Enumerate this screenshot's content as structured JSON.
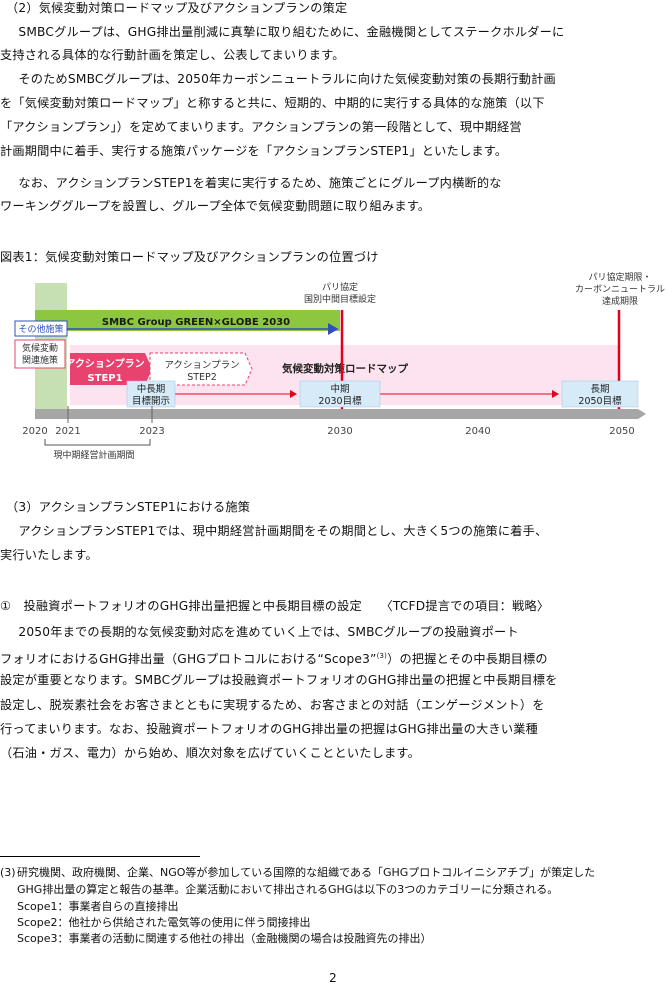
{
  "section2": {
    "heading": "（2）気候変動対策ロードマップ及びアクションプランの策定",
    "lines": [
      "　SMBCグループは、GHG排出量削減に真摯に取り組むために、金融機関としてステークホルダーに",
      "支持される具体的な行動計画を策定し、公表してまいります。",
      "　そのためSMBCグループは、2050年カーボンニュートラルに向けた気候変動対策の長期行動計画",
      "を「気候変動対策ロードマップ」と称すると共に、短期的、中期的に実行する具体的な施策（以下",
      "「アクションプラン」）を定めてまいります。アクションプランの第一段階として、現中期経営",
      "計画期間中に着手、実行する施策パッケージを「アクションプランSTEP1」といたします。",
      "　なお、アクションプランSTEP1を着実に実行するため、施策ごとにグループ内横断的な",
      "ワーキンググループを設置し、グループ全体で気候変動問題に取り組みます。"
    ]
  },
  "figure": {
    "caption": "図表1：気候変動対策ロードマップ及びアクションプランの位置づけ",
    "paris_mid": [
      "パリ協定",
      "国別中間目標設定"
    ],
    "paris_final": [
      "パリ協定期限・",
      "カーボンニュートラル",
      "達成期限"
    ],
    "green_globe": "SMBC Group GREEN×GLOBE 2030",
    "other_measures": "その他施策",
    "climate_measures": [
      "気候変動",
      "関連施策"
    ],
    "step1": [
      "アクションプラン",
      "STEP1"
    ],
    "step2": [
      "アクションプラン",
      "STEP2"
    ],
    "roadmap": "気候変動対策ロードマップ",
    "mid_long": [
      "中長期",
      "目標開示"
    ],
    "mid_term": [
      "中期",
      "2030目標"
    ],
    "long_term": [
      "長期",
      "2050目標"
    ],
    "years": [
      "2020",
      "2021",
      "2023",
      "2030",
      "2040",
      "2050"
    ],
    "plan_period": "現中期経営計画期間"
  },
  "section3": {
    "heading": "（3）アクションプランSTEP1における施策",
    "lines": [
      "　アクションプランSTEP1では、現中期経営計画期間をその期間とし、大きく5つの施策に着手、",
      "実行いたします。"
    ]
  },
  "item1": {
    "heading": "①　投融資ポートフォリオのGHG排出量把握と中長期目標の設定　　〈TCFD提言での項目：戦略〉",
    "line1_a": "　2050年までの長期的な気候変動対応を進めていく上では、SMBCグループの投融資ポート",
    "line2_a": "フォリオにおけるGHG排出量（GHGプロトコルにおける“Scope3”",
    "line2_sup": "(3)",
    "line2_b": "）の把握とその中長期目標の",
    "lines_rest": [
      "設定が重要となります。SMBCグループは投融資ポートフォリオのGHG排出量の把握と中長期目標を",
      "設定し、脱炭素社会をお客さまとともに実現するため、お客さまとの対話（エンゲージメント）を",
      "行ってまいります。なお、投融資ポートフォリオのGHG排出量の把握はGHG排出量の大きい業種",
      "（石油・ガス、電力）から始め、順次対象を広げていくことといたします。"
    ]
  },
  "footnote": {
    "marker": "(3)",
    "lines": [
      "研究機関、政府機関、企業、NGO等が参加している国際的な組織である「GHGプロトコルイニシアチブ」が策定した",
      "GHG排出量の算定と報告の基準。企業活動において排出されるGHGは以下の3つのカテゴリーに分類される。",
      "Scope1：事業者自らの直接排出",
      "Scope2：他社から供給された電気等の使用に伴う間接排出",
      "Scope3：事業者の活動に関連する他社の排出（金融機関の場合は投融資先の排出）"
    ]
  },
  "page_number": "2",
  "colors": {
    "green_bar": "#8dc63f",
    "light_green": "#c6e0b4",
    "step1_pink": "#e8436e",
    "roadmap_pink": "#fde3ef",
    "red_line": "#e3001b",
    "blue": "#2f4fbf",
    "milestone_blue": "#d6eaf8"
  }
}
